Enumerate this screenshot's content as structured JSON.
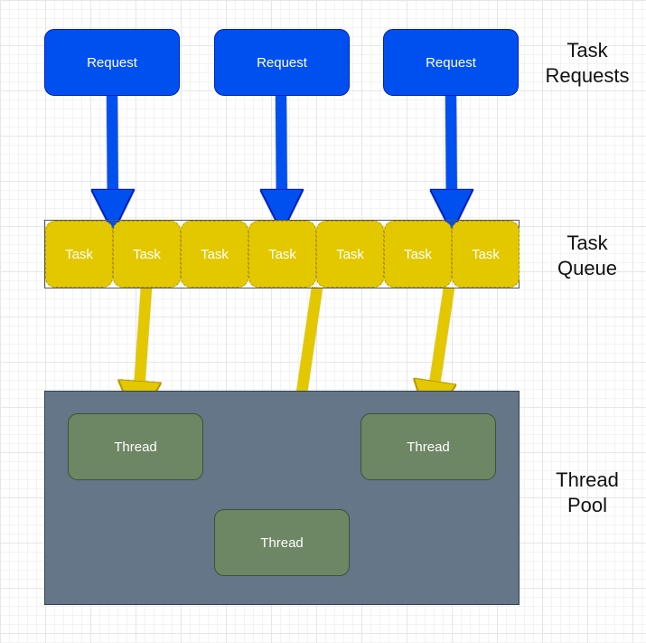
{
  "labels": {
    "task_requests": [
      "Task",
      "Requests"
    ],
    "task_queue": [
      "Task",
      "Queue"
    ],
    "thread_pool": [
      "Thread",
      "Pool"
    ]
  },
  "requests": [
    "Request",
    "Request",
    "Request"
  ],
  "tasks": [
    "Task",
    "Task",
    "Task",
    "Task",
    "Task",
    "Task",
    "Task"
  ],
  "threads": [
    "Thread",
    "Thread",
    "Thread"
  ],
  "colors": {
    "request_fill": "#0050ef",
    "task_fill": "#e3c800",
    "pool_fill": "#647687",
    "thread_fill": "#6d8764",
    "request_arrow": "#0050ef",
    "task_arrow": "#e3c800"
  }
}
